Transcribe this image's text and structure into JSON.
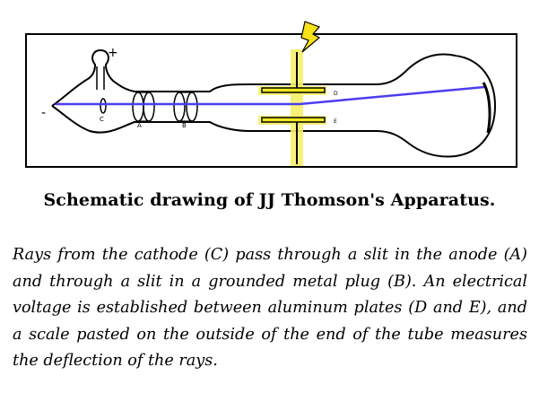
{
  "diagram": {
    "labels": {
      "plus": "+",
      "minus": "-",
      "cathode": "C",
      "anode": "A",
      "plug": "B",
      "plate_top": "D",
      "plate_bottom": "E"
    }
  },
  "caption": "Schematic drawing of JJ Thomson's Apparatus.",
  "description": "Rays from the cathode (C) pass through a slit in the anode (A) and through a slit in a grounded metal plug (B). An electrical voltage is established between aluminum plates (D and E), and a scale pasted on the outside of the end of the tube measures the deflection of the rays."
}
